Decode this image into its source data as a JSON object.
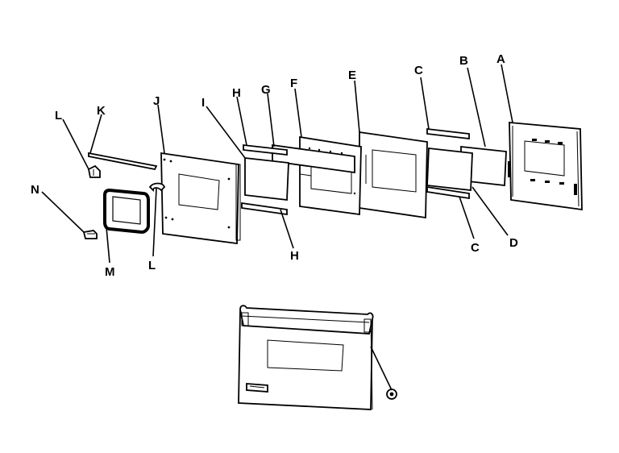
{
  "labels": {
    "A": "A",
    "B": "B",
    "C_top": "C",
    "C_bottom": "C",
    "D": "D",
    "E": "E",
    "F": "F",
    "G": "G",
    "H_top": "H",
    "H_bottom": "H",
    "I": "I",
    "J": "J",
    "K": "K",
    "L_top": "L",
    "L_bottom": "L",
    "M": "M",
    "N": "N"
  },
  "colors": {
    "ink": "#000000",
    "paper": "#ffffff"
  }
}
